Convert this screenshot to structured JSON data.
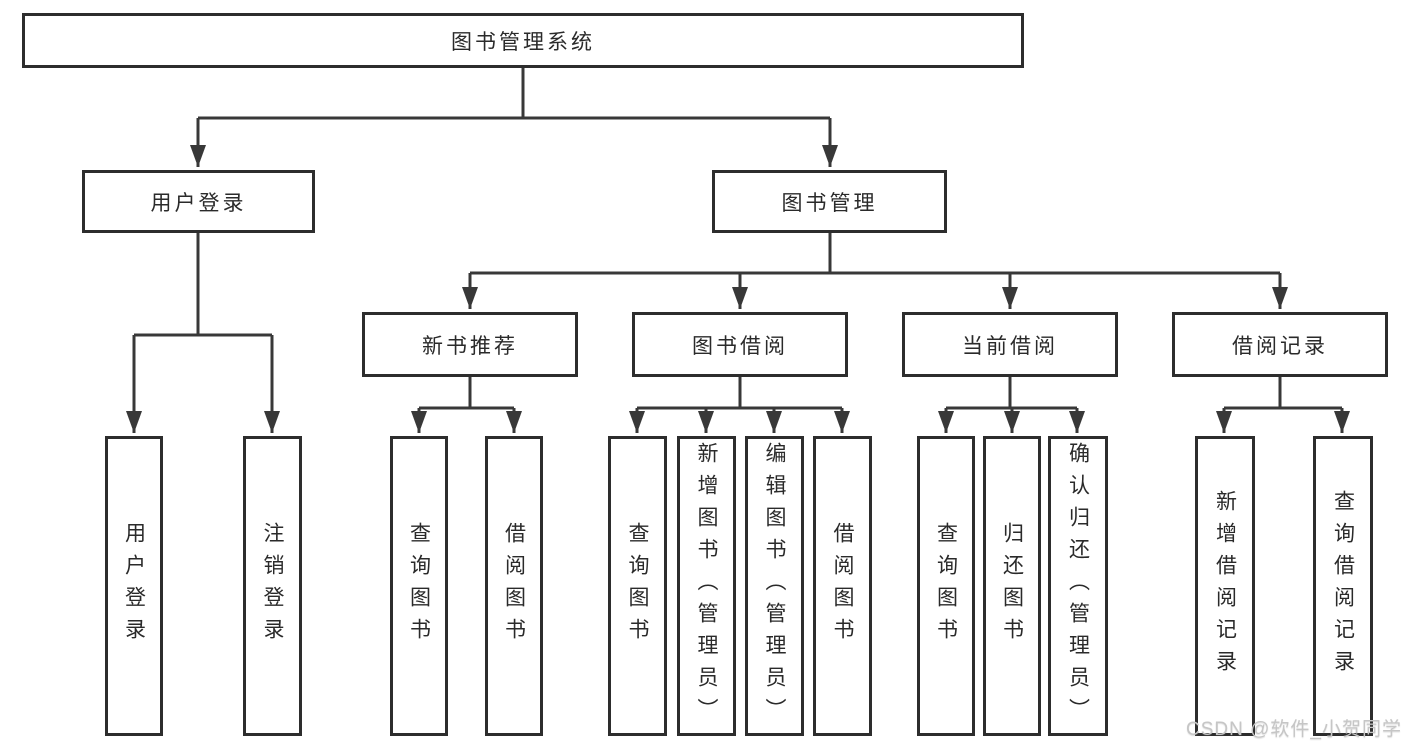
{
  "colors": {
    "line": "#383838",
    "box_border": "#2d2d2d",
    "text": "#2a2a2a",
    "background": "#ffffff",
    "watermark": "#c6c6c6"
  },
  "watermark": {
    "text": "CSDN @软件_小贺同学"
  },
  "tree": {
    "label": "图书管理系统",
    "children": [
      {
        "label": "用户登录",
        "children": [
          {
            "label": "用户登录"
          },
          {
            "label": "注销登录"
          }
        ]
      },
      {
        "label": "图书管理",
        "children": [
          {
            "label": "新书推荐",
            "children": [
              {
                "label": "查询图书"
              },
              {
                "label": "借阅图书"
              }
            ]
          },
          {
            "label": "图书借阅",
            "children": [
              {
                "label": "查询图书"
              },
              {
                "label": "新增图书（管理员）"
              },
              {
                "label": "编辑图书（管理员）"
              },
              {
                "label": "借阅图书"
              }
            ]
          },
          {
            "label": "当前借阅",
            "children": [
              {
                "label": "查询图书"
              },
              {
                "label": "归还图书"
              },
              {
                "label": "确认归还（管理员）"
              }
            ]
          },
          {
            "label": "借阅记录",
            "children": [
              {
                "label": "新增借阅记录"
              },
              {
                "label": "查询借阅记录"
              }
            ]
          }
        ]
      }
    ]
  }
}
